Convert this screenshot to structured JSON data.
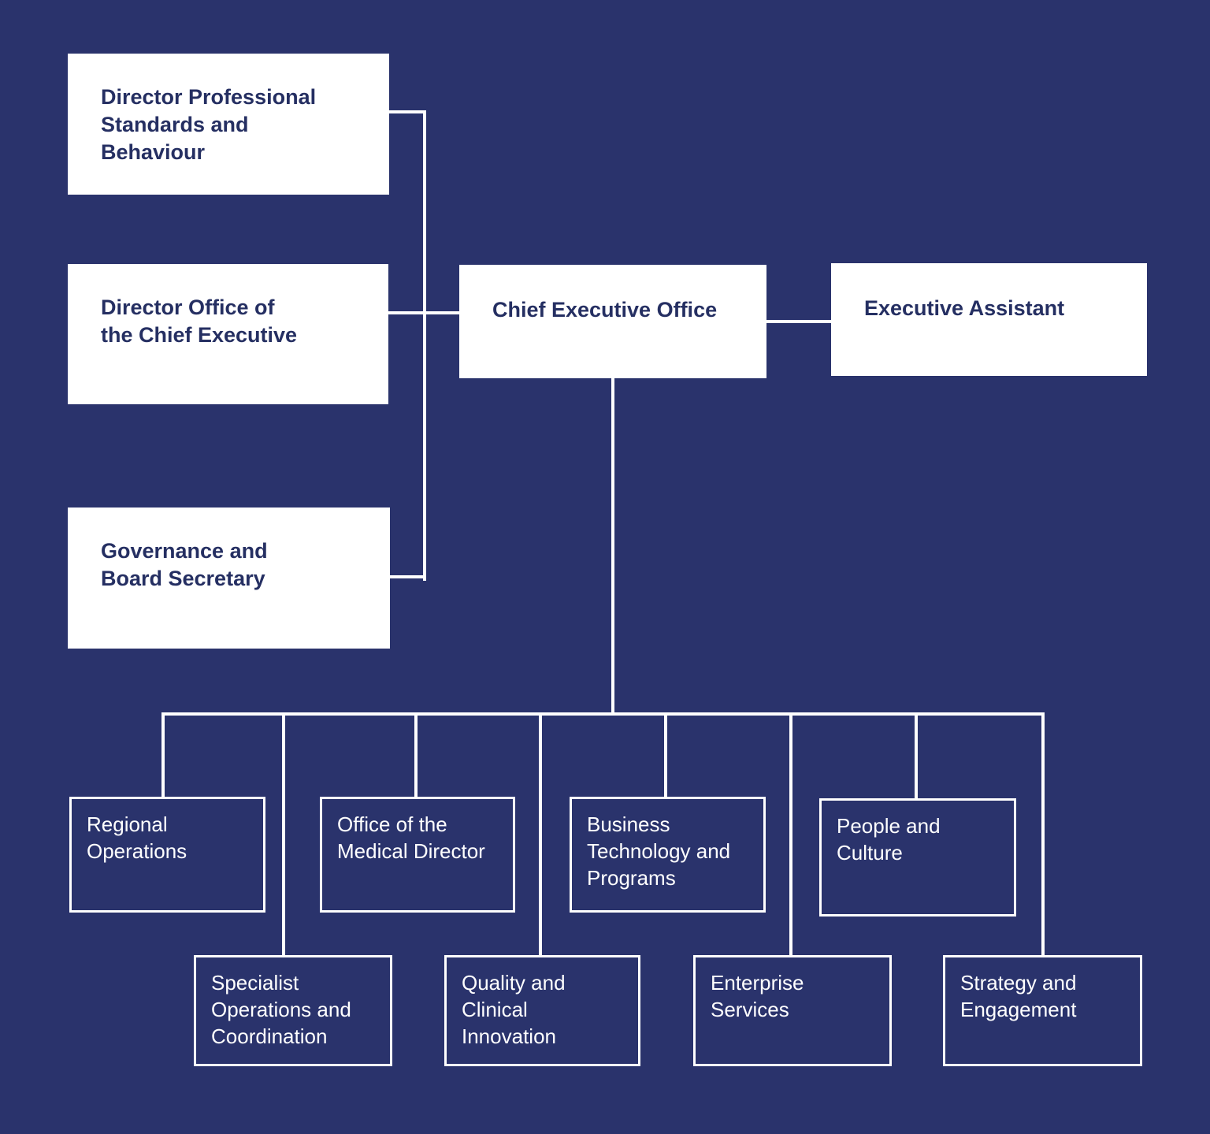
{
  "colors": {
    "background": "#2A336C",
    "filled_box_fill": "#FFFFFF",
    "filled_box_text": "#252F62",
    "outline_box_border": "#FFFFFF",
    "outline_box_text": "#FFFFFF",
    "connector_line": "#FFFFFF"
  },
  "nodes": {
    "director_professional_standards": {
      "label": "Director Professional\nStandards and\nBehaviour"
    },
    "director_office_chief_executive": {
      "label": "Director Office of\nthe Chief Executive"
    },
    "governance_board_secretary": {
      "label": "Governance and\nBoard Secretary"
    },
    "chief_executive_office": {
      "label": "Chief Executive Office"
    },
    "executive_assistant": {
      "label": "Executive Assistant"
    },
    "regional_operations": {
      "label": "Regional\nOperations"
    },
    "office_of_the_medical_director": {
      "label": "Office of the\nMedical Director"
    },
    "business_technology_programs": {
      "label": "Business\nTechnology and\nPrograms"
    },
    "people_and_culture": {
      "label": "People and\nCulture"
    },
    "specialist_operations_coordination": {
      "label": "Specialist\nOperations and\nCoordination"
    },
    "quality_clinical_innovation": {
      "label": "Quality and\nClinical\nInnovation"
    },
    "enterprise_services": {
      "label": "Enterprise\nServices"
    },
    "strategy_engagement": {
      "label": "Strategy and\nEngagement"
    }
  },
  "hierarchy": {
    "root": "chief_executive_office",
    "attached_left_of_root": [
      "director_professional_standards",
      "director_office_chief_executive",
      "governance_board_secretary"
    ],
    "attached_right_of_root": [
      "executive_assistant"
    ],
    "direct_reports_row_1": [
      "regional_operations",
      "office_of_the_medical_director",
      "business_technology_programs",
      "people_and_culture"
    ],
    "direct_reports_row_2": [
      "specialist_operations_coordination",
      "quality_clinical_innovation",
      "enterprise_services",
      "strategy_engagement"
    ]
  }
}
